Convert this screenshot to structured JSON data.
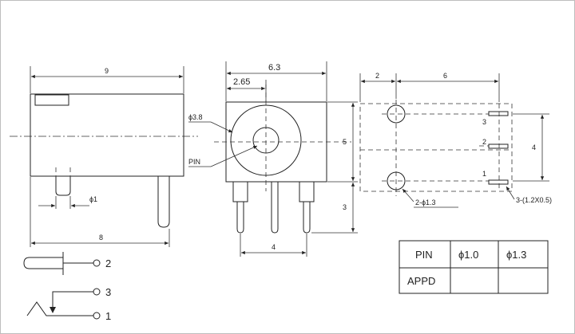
{
  "side_view": {
    "width_label": "9",
    "length_label": "8",
    "pin_label": "ϕ1"
  },
  "front_view": {
    "width_label": "6.3",
    "offset_label": "2.65",
    "height_label": "5",
    "pin_length_label": "3",
    "pin_spacing_label": "4",
    "hole_label": "ϕ3.8",
    "pin_label": "PIN"
  },
  "pcb_layout": {
    "dim_left": "2",
    "dim_top": "6",
    "dim_right": "4",
    "hole_note": "2-ϕ1.3",
    "slot_note": "3-(1.2X0.5)",
    "pin_numbers": [
      "3",
      "2",
      "1"
    ]
  },
  "schematic": {
    "pins": [
      "2",
      "3",
      "1"
    ]
  },
  "spec_table": {
    "headers": [
      "PIN",
      "ϕ1.0",
      "ϕ1.3"
    ],
    "rows": [
      [
        "APPD",
        "",
        ""
      ]
    ]
  }
}
